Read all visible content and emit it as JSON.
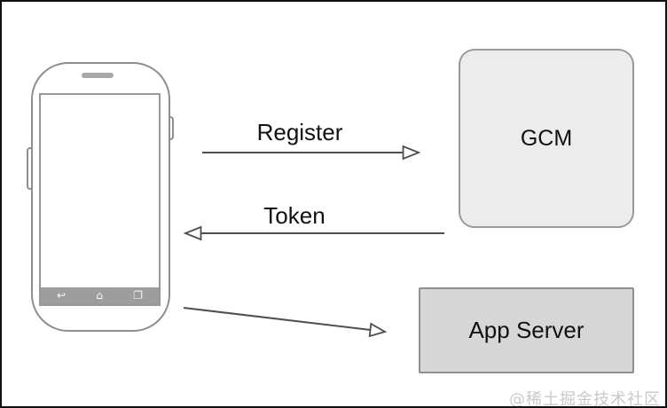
{
  "diagram": {
    "phone": {
      "nav_icons": {
        "back": "↩",
        "home": "⌂",
        "recents": "❐"
      }
    },
    "nodes": {
      "gcm": {
        "label": "GCM"
      },
      "app_server": {
        "label": "App Server"
      }
    },
    "edges": {
      "register": {
        "label": "Register",
        "from": "phone",
        "to": "gcm"
      },
      "token": {
        "label": "Token",
        "from": "gcm",
        "to": "phone"
      },
      "phone_to_app_server": {
        "label": "",
        "from": "phone",
        "to": "app_server"
      }
    },
    "watermark": "@稀土掘金技术社区",
    "colors": {
      "gcm_fill": "#ececec",
      "app_server_fill": "#d7d7d7",
      "node_border": "#9a9a9a",
      "arrow": "#4f4f4f",
      "phone_outline": "#8e8e8e",
      "navbar_fill": "#9d9d9d",
      "watermark_text": "#c9c9c9",
      "frame_border": "#101010"
    }
  }
}
